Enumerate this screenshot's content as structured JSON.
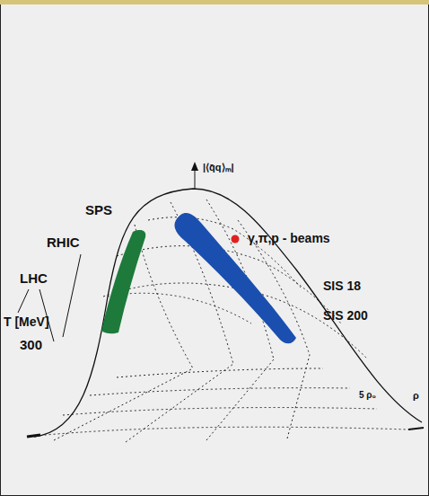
{
  "diagram": {
    "labels": [
      "|⟨q̄q⟩ₘ|",
      "SPS",
      "RHIC",
      "LHC",
      "T [MeV]",
      "300",
      "γ,π,p - beams",
      "SIS 18",
      "SIS 200",
      "5 ρ₀",
      "ρ"
    ]
  }
}
